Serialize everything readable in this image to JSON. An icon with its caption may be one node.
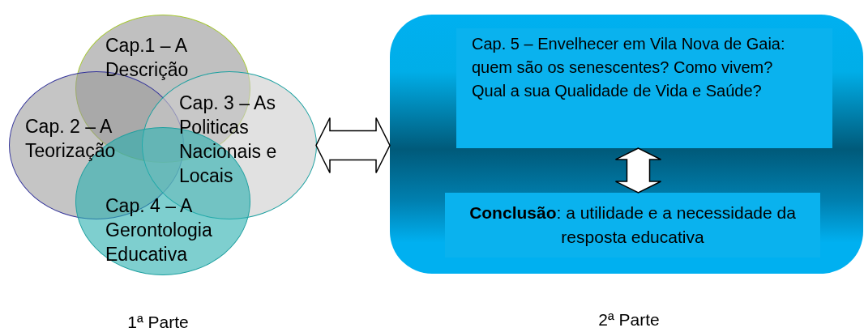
{
  "diagram": {
    "nodes": [
      {
        "text": [
          "Cap.1 – A Descrição"
        ]
      },
      {
        "text": [
          "Cap. 2 – A Teorização"
        ]
      },
      {
        "text": [
          "Cap. 3 – As Politicas Nacionais e Locais"
        ]
      },
      {
        "text": [
          "Cap. 4 – A Gerontologia Educativa"
        ]
      },
      {
        "text": [],
        "shape": "box"
      },
      {
        "text": [
          "Cap. 5 – Envelhecer em Vila Nova de Gaia:  quem são os senescentes? Como vivem? Qual a sua Qualidade de Vida e Saúde?"
        ],
        "in": 4
      },
      {
        "text": [
          "**Conclusão**: a utilidade e a necessidade da resposta educativa"
        ],
        "in": 4
      }
    ],
    "edges": [
      {
        "from": 2,
        "to": 4,
        "arrow": "both"
      },
      {
        "from": 5,
        "to": 6,
        "arrow": "both"
      }
    ],
    "labels": [
      "1ª Parte",
      "2ª Parte"
    ]
  }
}
